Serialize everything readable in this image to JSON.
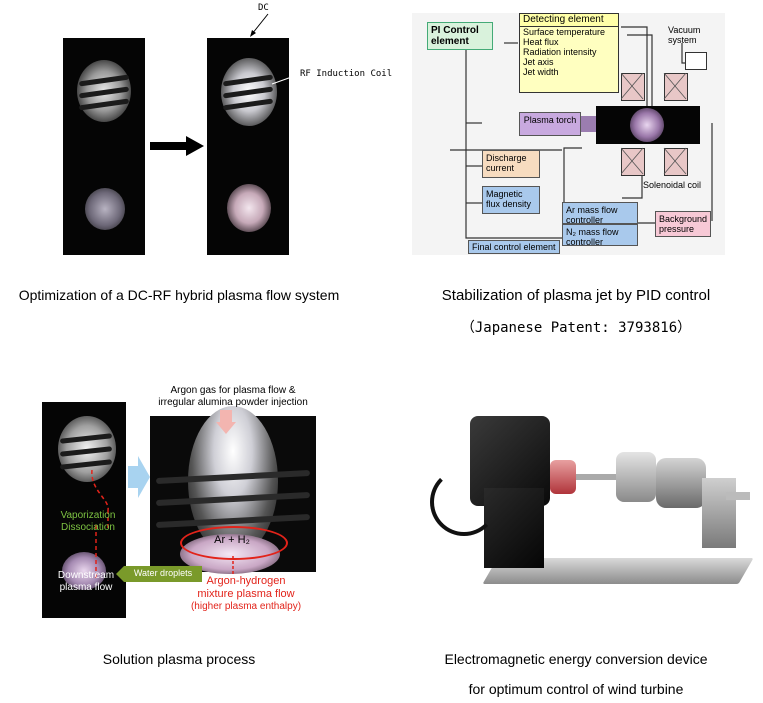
{
  "panel1": {
    "dc_label": "DC",
    "rf_label": "RF Induction Coil",
    "caption": "Optimization of a DC-RF hybrid plasma flow system"
  },
  "panel2": {
    "pi_control": "PI Control element",
    "detecting_title": "Detecting element",
    "detecting_items": [
      "Surface temperature",
      "Heat flux",
      "Radiation intensity",
      "Jet axis",
      "Jet width"
    ],
    "vacuum": "Vacuum system",
    "plasma_torch": "Plasma torch",
    "solenoidal": "Solenoidal coil",
    "discharge": "Discharge current",
    "magnetic": "Magnetic flux density",
    "ar_flow": "Ar mass flow controller",
    "n2_flow": "N₂ mass flow controller",
    "background": "Background pressure",
    "final_control": "Final control element",
    "caption": "Stabilization of plasma jet by PID control",
    "patent": "（Japanese Patent: 3793816）"
  },
  "panel3": {
    "argon_line1": "Argon gas for plasma flow &",
    "argon_line2": "irregular alumina powder injection",
    "vaporization": "Vaporization",
    "dissociation": "Dissociation",
    "downstream1": "Downstream",
    "downstream2": "plasma flow",
    "water": "Water droplets",
    "ar_h2": "Ar + H₂",
    "mix1": "Argon-hydrogen",
    "mix2": "mixture plasma flow",
    "mix3": "(higher plasma enthalpy)",
    "caption": "Solution plasma process"
  },
  "panel4": {
    "caption1": "Electromagnetic energy conversion device",
    "caption2": "for optimum control of wind turbine"
  },
  "colors": {
    "pi_box": "#d9f2dc",
    "detecting_box": "#ffffc0",
    "torch": "#c8a9df",
    "discharge": "#f7dcc0",
    "blue_box": "#a9c9ec",
    "pink_box": "#f7c9d6",
    "green_text": "#7dc242",
    "red_text": "#e2231a"
  }
}
